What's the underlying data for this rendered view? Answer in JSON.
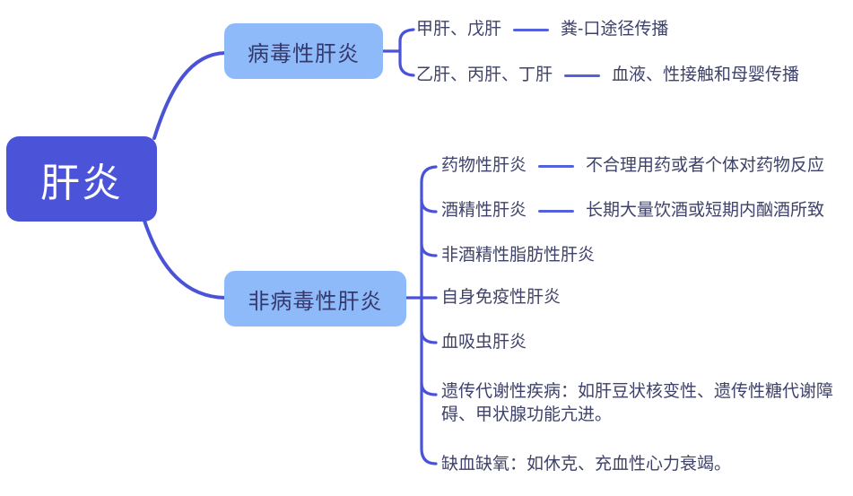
{
  "root": {
    "label": "肝炎"
  },
  "branches": [
    {
      "label": "病毒性肝炎",
      "leaves": [
        {
          "title": "甲肝、戊肝",
          "desc": "粪-口途径传播"
        },
        {
          "title": "乙肝、丙肝、丁肝",
          "desc": "血液、性接触和母婴传播"
        }
      ]
    },
    {
      "label": "非病毒性肝炎",
      "leaves": [
        {
          "title": "药物性肝炎",
          "desc": "不合理用药或者个体对药物反应"
        },
        {
          "title": "酒精性肝炎",
          "desc": "长期大量饮酒或短期内酗酒所致"
        },
        {
          "title": "非酒精性脂肪性肝炎"
        },
        {
          "title": "自身免疫性肝炎"
        },
        {
          "title": "血吸虫肝炎"
        },
        {
          "title": "遗传代谢性疾病：如肝豆状核变性、遗传性糖代谢障碍、甲状腺功能亢进。"
        },
        {
          "title": "缺血缺氧：如休克、充血性心力衰竭。"
        }
      ]
    }
  ],
  "colors": {
    "root_fill": "#4b54d9",
    "branch_fill": "#8fbafa",
    "connector": "#4a53d8",
    "root_text": "#ffffff",
    "branch_text": "#34386a",
    "leaf_text": "#3f4269",
    "dash": "#5560dd"
  }
}
